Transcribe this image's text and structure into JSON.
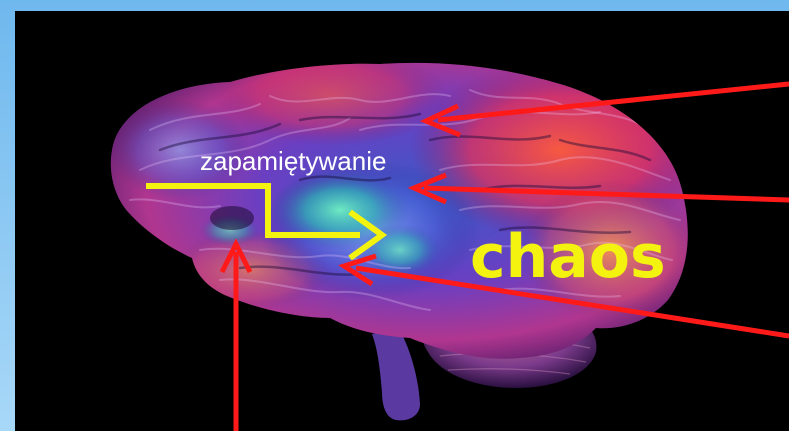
{
  "slide": {
    "labels": {
      "memorizing": "zapamiętywanie",
      "chaos": "chaos"
    }
  },
  "colors": {
    "frame_top": "#6fb8ee",
    "frame_bottom": "#a8d8f8",
    "background": "#000000",
    "memorizing_text": "#ffffff",
    "chaos_text": "#f3f30f",
    "arrow_yellow": "#f3f30f",
    "arrow_red": "#ff1a1a"
  },
  "icons": {
    "brain": "brain-illustration",
    "arrows": [
      "arrow-yellow-elbow",
      "arrow-red-top",
      "arrow-red-middle",
      "arrow-red-lower",
      "arrow-red-bottom"
    ]
  }
}
